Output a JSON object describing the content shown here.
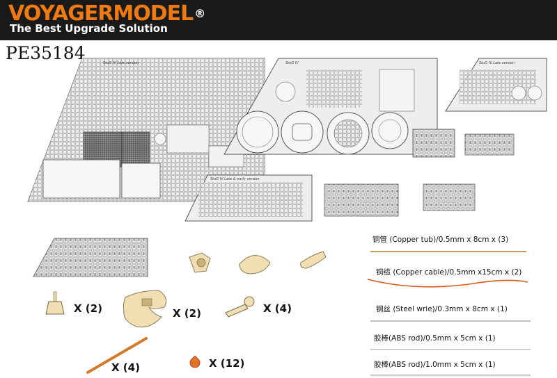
{
  "header": {
    "brand_part1": "VOYAGER",
    "brand_part2": "MODEL",
    "brand_mark": "®",
    "tagline": "The Best Upgrade Solution",
    "product_code": "PE35184"
  },
  "fret_labels": {
    "fret_a": "StuG IV Late version",
    "fret_b": "StuG IV",
    "fret_c": "StuG IV Late version",
    "fret_d": "StuG IV Late & early version"
  },
  "quantities": {
    "antenna_base": "X (2)",
    "mud_flap": "X (2)",
    "tow_shackle": "X (4)",
    "rod": "X (4)",
    "dome": "X (12)"
  },
  "materials": [
    {
      "text": "铜管 (Copper tub)/0.5mm x 8cm x (3)",
      "color": "#c99a5a"
    },
    {
      "text": "铜缆 (Copper cable)/0.5mm x15cm x (2)",
      "color": "#d45a1a"
    },
    {
      "text": "钢丝 (Steel wrie)/0.3mm x 8cm x (1)",
      "color": "#9a9a9a"
    },
    {
      "text": "胶棒(ABS rod)/0.5mm x 5cm x (1)",
      "color": "#cfcfcf"
    },
    {
      "text": "胶棒(ABS rod)/1.0mm x 5cm x (1)",
      "color": "#cfcfcf"
    }
  ],
  "colors": {
    "brand_orange": "#f07a12",
    "banner_bg": "#1a1a1a",
    "resin": "#f1dfb3",
    "copper_rod": "#d47a2a",
    "dome": "#e2702a"
  }
}
